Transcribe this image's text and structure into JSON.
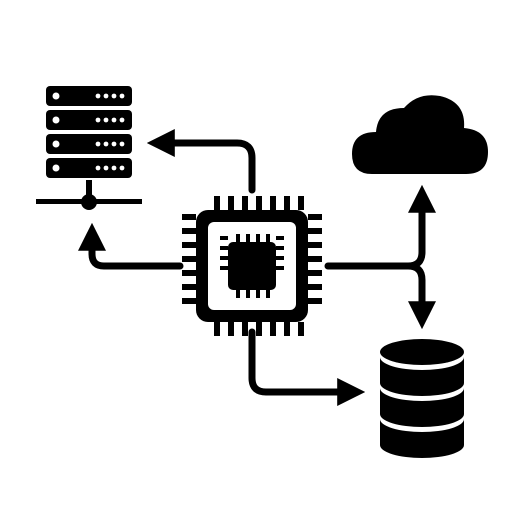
{
  "colors": {
    "background": "#ffffff",
    "ink": "#000000"
  },
  "icons": {
    "center": "processor-chip-icon",
    "top_left": "server-rack-icon",
    "top_right": "cloud-icon",
    "bottom_right": "database-icon"
  },
  "server": {
    "unit_count": 4,
    "indicator_lights_per_unit": 4
  },
  "database": {
    "disk_layers": 3
  }
}
